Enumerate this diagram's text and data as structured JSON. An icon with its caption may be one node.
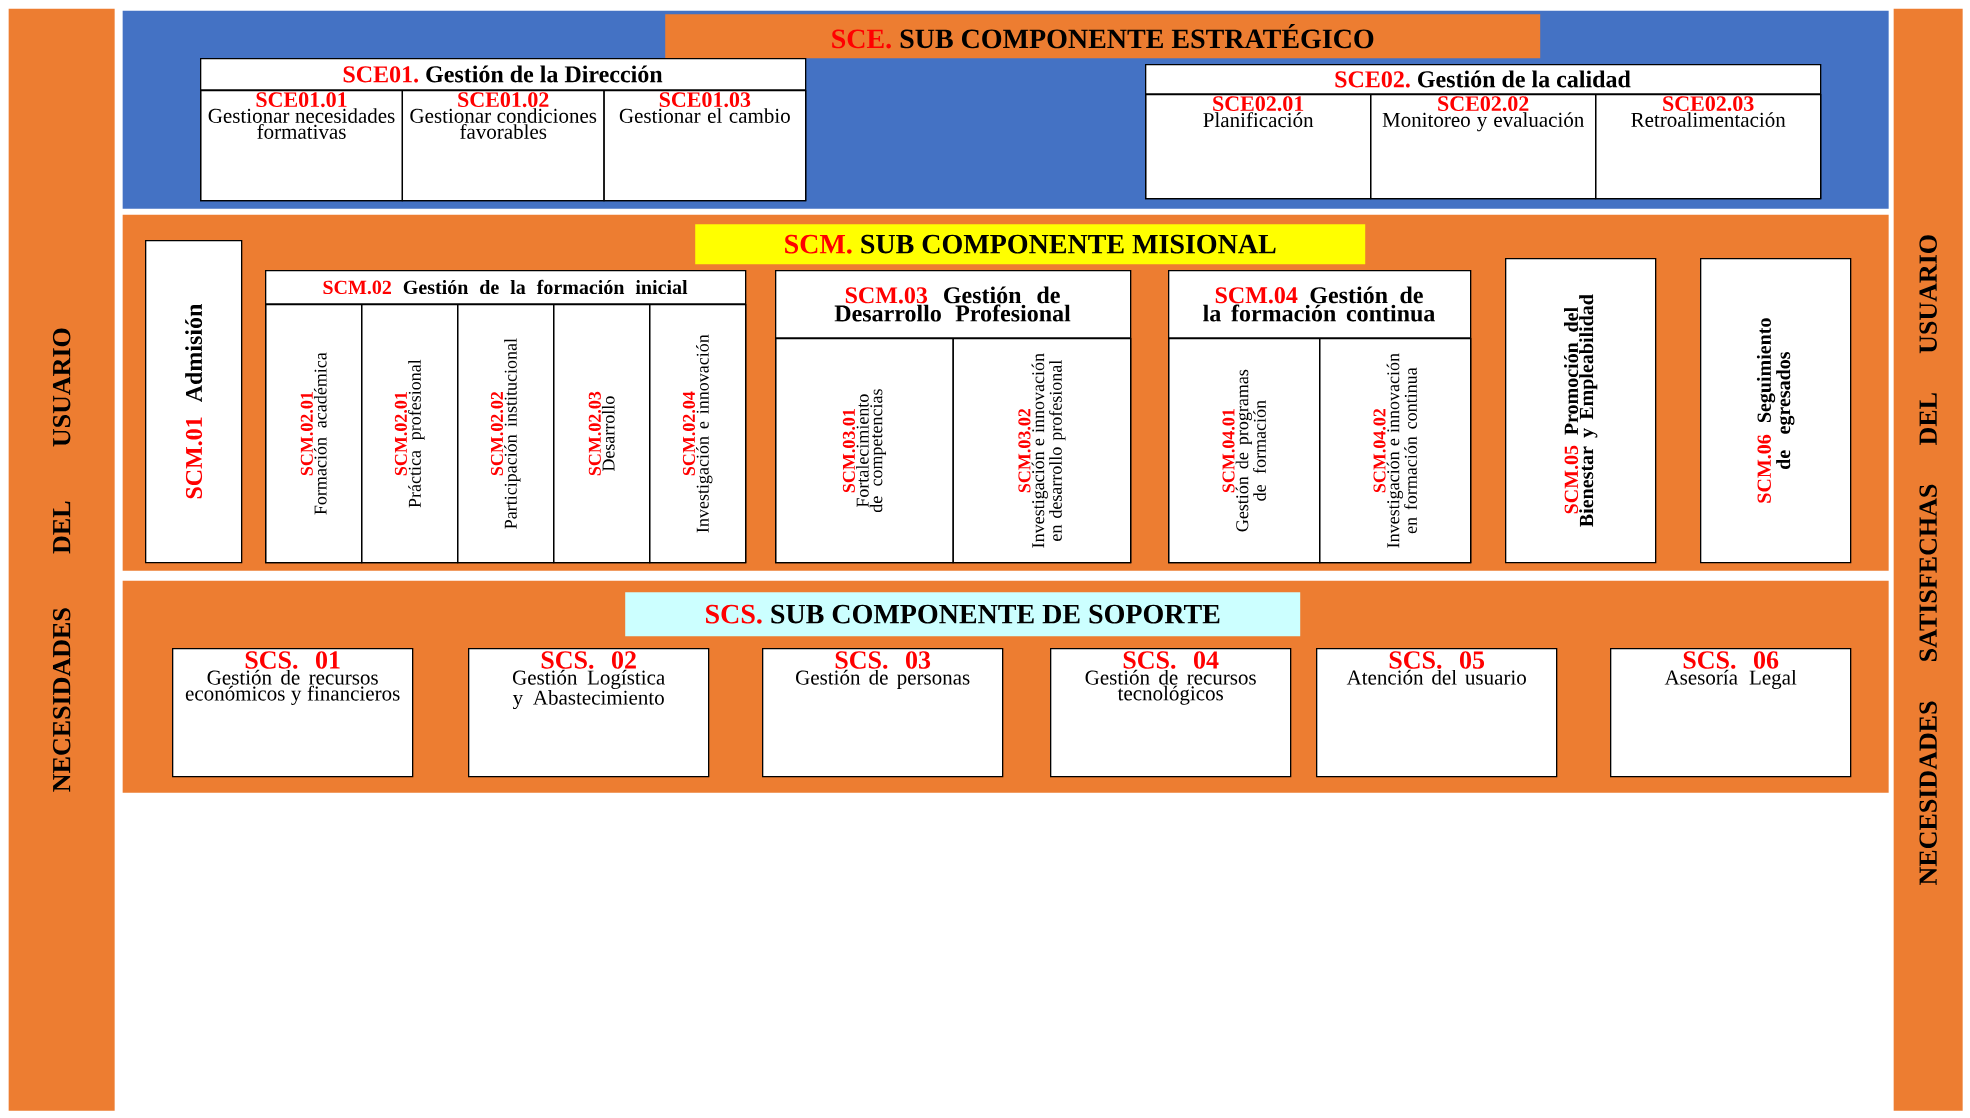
{
  "diagram": {
    "nodes": [
      {
        "text": [
          "NECESIDADES DEL USUARIO"
        ]
      },
      {
        "text": [
          "NECESIDADES SATISFECHAS DEL USUARIO"
        ]
      },
      {
        "text": [
          "SCE.",
          "SUB COMPONENTE ESTRATÉGICO"
        ]
      },
      {
        "text": [
          "SCE01.",
          "Gestión de la Dirección"
        ],
        "in": 2
      },
      {
        "text": [
          "SCE01.01",
          "Gestionar necesidades formativas"
        ],
        "in": 3
      },
      {
        "text": [
          "SCE01.02",
          "Gestionar condiciones favorables"
        ],
        "in": 3
      },
      {
        "text": [
          "SCE01.03",
          "Gestionar el cambio"
        ],
        "in": 3
      },
      {
        "text": [
          "SCE02.",
          "Gestión de la calidad"
        ],
        "in": 2
      },
      {
        "text": [
          "SCE02.01",
          "Planificación"
        ],
        "in": 7
      },
      {
        "text": [
          "SCE02.02",
          "Monitoreo y evaluación"
        ],
        "in": 7
      },
      {
        "text": [
          "SCE02.03",
          "Retroalimentación"
        ],
        "in": 7
      },
      {
        "text": [
          "SCM.",
          "SUB COMPONENTE MISIONAL"
        ]
      },
      {
        "text": [
          "SCM.01",
          "Admisión"
        ],
        "in": 11
      },
      {
        "text": [
          "SCM.02",
          "Gestión de la formación inicial"
        ],
        "in": 11
      },
      {
        "text": [
          "SCM.02.01",
          "Formación académica"
        ],
        "in": 13
      },
      {
        "text": [
          "SCM.02.01",
          "Práctica profesional"
        ],
        "in": 13
      },
      {
        "text": [
          "SCM.02.02",
          "Participación institucional"
        ],
        "in": 13
      },
      {
        "text": [
          "SCM.02.03",
          "Desarrollo"
        ],
        "in": 13
      },
      {
        "text": [
          "SCM.02.04",
          "Investigación e innovación"
        ],
        "in": 13
      },
      {
        "text": [
          "SCM.03",
          "Gestión de Desarrollo Profesional"
        ],
        "in": 11
      },
      {
        "text": [
          "SCM.03.01",
          "Fortalecimiento de competencias"
        ],
        "in": 19
      },
      {
        "text": [
          "SCM.03.02",
          "Investigación e innovación en desarrollo profesional"
        ],
        "in": 19
      },
      {
        "text": [
          "SCM.04",
          "Gestión de la formación continua"
        ],
        "in": 11
      },
      {
        "text": [
          "SCM.04.01",
          "Gestión de programas de formación"
        ],
        "in": 22
      },
      {
        "text": [
          "SCM.04.02",
          "Investigación e innovación en formación continua"
        ],
        "in": 22
      },
      {
        "text": [
          "SCM.05",
          "Promoción del Bienestar y Empleabilidad"
        ],
        "in": 11
      },
      {
        "text": [
          "SCM.06",
          "Seguimiento de egresados"
        ],
        "in": 11
      },
      {
        "text": [
          "SCS.",
          "SUB COMPONENTE DE SOPORTE"
        ]
      },
      {
        "text": [
          "SCS. 01",
          "Gestión de recursos económicos y financieros"
        ],
        "in": 27
      },
      {
        "text": [
          "SCS. 02",
          "Gestión Logística y Abastecimiento"
        ],
        "in": 27
      },
      {
        "text": [
          "SCS. 03",
          "Gestión de personas"
        ],
        "in": 27
      },
      {
        "text": [
          "SCS. 04",
          "Gestión de recursos tecnológicos"
        ],
        "in": 27
      },
      {
        "text": [
          "SCS. 05",
          "Atención del usuario"
        ],
        "in": 27
      },
      {
        "text": [
          "SCS. 06",
          "Asesoría Legal"
        ],
        "in": 27
      }
    ]
  }
}
